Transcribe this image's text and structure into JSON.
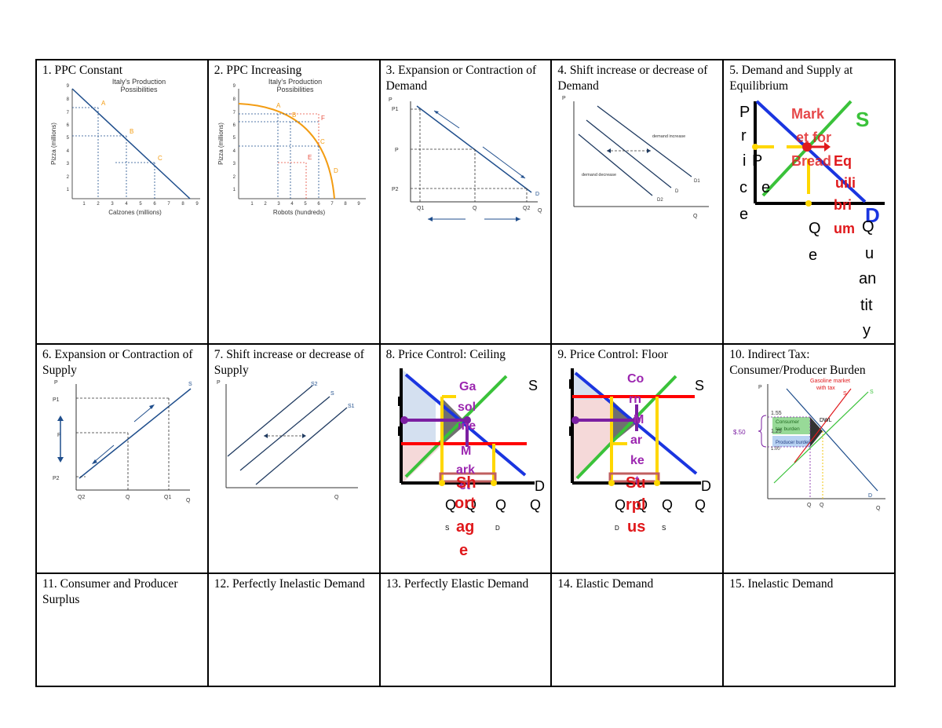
{
  "cells": [
    {
      "title": "1. PPC Constant"
    },
    {
      "title": "2. PPC Increasing"
    },
    {
      "title": "3. Expansion or Contraction of Demand"
    },
    {
      "title": "4. Shift increase or decrease of Demand"
    },
    {
      "title": "5. Demand and Supply at Equilibrium"
    },
    {
      "title": "6. Expansion or Contraction of Supply"
    },
    {
      "title": "7. Shift increase or decrease of Supply"
    },
    {
      "title": "8. Price Control: Ceiling"
    },
    {
      "title": "9. Price Control: Floor"
    },
    {
      "title": "10. Indirect Tax: Consumer/Producer Burden"
    },
    {
      "title": "11. Consumer and Producer Surplus"
    },
    {
      "title": "12. Perfectly Inelastic Demand"
    },
    {
      "title": "13. Perfectly Elastic Demand"
    },
    {
      "title": "14. Elastic Demand"
    },
    {
      "title": "15. Inelastic Demand"
    }
  ],
  "fig1": {
    "title1": "Italy's Production",
    "title2": "Possibilities",
    "ylabel": "Pizza (millions)",
    "xlabel": "Calzones (millions)",
    "yticks": [
      "9",
      "8",
      "7",
      "6",
      "5",
      "4",
      "3",
      "2",
      "1"
    ],
    "xticks": [
      "1",
      "2",
      "3",
      "4",
      "5",
      "6",
      "7",
      "8",
      "9"
    ],
    "points": [
      "A",
      "B",
      "C"
    ]
  },
  "fig2": {
    "title1": "Italy's Production",
    "title2": "Possibilities",
    "ylabel": "Pizza (millions)",
    "xlabel": "Robots (hundreds)",
    "yticks": [
      "9",
      "8",
      "7",
      "6",
      "5",
      "4",
      "3",
      "2",
      "1"
    ],
    "xticks": [
      "1",
      "2",
      "3",
      "4",
      "5",
      "6",
      "7",
      "8",
      "9"
    ],
    "points": [
      "A",
      "B",
      "C",
      "D",
      "E",
      "F"
    ]
  },
  "fig3": {
    "p": "P",
    "p1": "P1",
    "pm": "P",
    "p2": "P2",
    "q1": "Q1",
    "qm": "Q",
    "q2": "Q2",
    "q": "Q",
    "d": "D"
  },
  "fig4": {
    "p": "P",
    "q": "Q",
    "inc": "demand increase",
    "dec": "demand decrease",
    "d1": "D1",
    "d": "D",
    "d2": "D2"
  },
  "fig5": {
    "price": [
      "P",
      "r",
      "i",
      "c",
      "e"
    ],
    "pe": "P",
    "pe2": "e",
    "s": "S",
    "d": "D",
    "qe": [
      "Q",
      "e"
    ],
    "quantity": [
      "Q",
      "u",
      "an",
      "tit",
      "y"
    ],
    "market": [
      "Mark",
      "et for",
      "Bread"
    ],
    "eq": [
      "Eq",
      "uili",
      "bri",
      "um"
    ]
  },
  "fig6": {
    "p": "P",
    "p1": "P1",
    "pm": "P",
    "p2": "P2",
    "q2": "Q2",
    "qm": "Q",
    "q1": "Q1",
    "q": "Q",
    "s": "S"
  },
  "fig7": {
    "p": "P",
    "q": "Q",
    "s2": "S2",
    "s": "S",
    "s1": "S1"
  },
  "fig8": {
    "s": "S",
    "d": "D",
    "q1": "Q",
    "q2": "Q",
    "q3": "Q",
    "q4": "Q",
    "qs": "S",
    "qd": "D",
    "gas": [
      "Ga",
      "sol",
      "ine"
    ],
    "market": [
      "M",
      "ark",
      "et"
    ],
    "shortage": [
      "Sh",
      "ort",
      "ag",
      "e"
    ]
  },
  "fig9": {
    "s": "S",
    "d": "D",
    "q1": "Q",
    "q2": "Q",
    "q3": "Q",
    "q4": "Q",
    "qd": "D",
    "qs": "S",
    "corn": [
      "Co",
      "rn",
      "M",
      "ar",
      "ke",
      "t"
    ],
    "surplus": [
      "Su",
      "rpl",
      "us"
    ]
  },
  "fig10": {
    "p": "P",
    "q": "Q",
    "title1": "Gasoline market",
    "title2": "with tax",
    "p155": "1.55",
    "p125": "1.25",
    "p100": "1.00",
    "tax": "$.50",
    "cons": [
      "Consumer",
      "tax burden"
    ],
    "prod": "Producer burden",
    "dwl": "DWL",
    "s": "S",
    "stax": "S",
    "d": "D",
    "qtax": "Q",
    "qeq": "Q"
  }
}
